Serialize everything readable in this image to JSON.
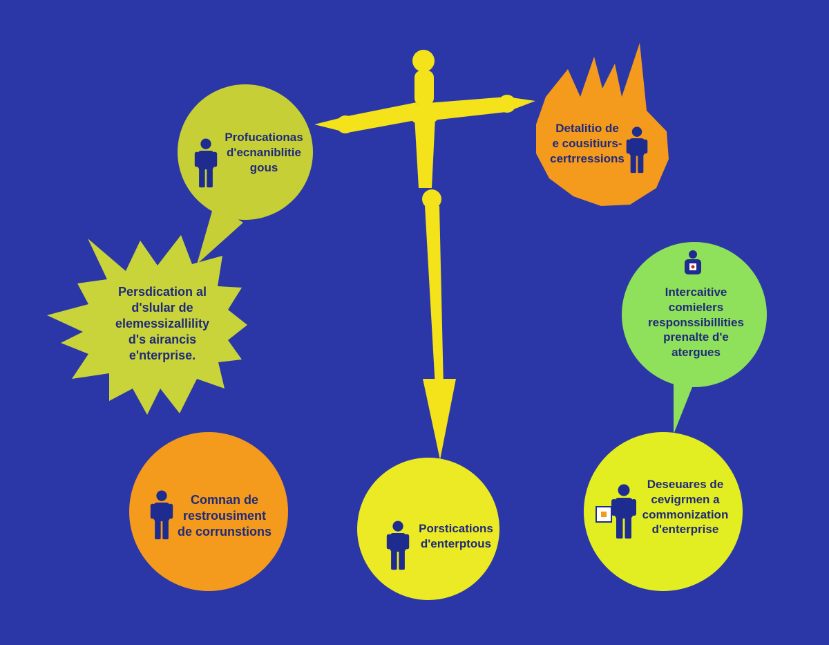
{
  "diagram": {
    "colors": {
      "background": "#2b37a6",
      "cross": "#f4e21a",
      "person": "#1e2b8f",
      "text": "#1f2a7a",
      "node_olive": "#c6cf36",
      "node_orange": "#f49a1c",
      "node_starburst": "#c9d43a",
      "node_lightgreen": "#8fe05a",
      "node_yellow": "#ecea24",
      "node_lime": "#e3ee22"
    },
    "central_symbol": "yellow-cross-with-downward-arrow",
    "nodes": [
      {
        "id": "top-left",
        "shape": "speech-bubble",
        "icon": "person-icon",
        "lines": [
          "Profucationas",
          "d'ecnaniblitie",
          "gous"
        ]
      },
      {
        "id": "top-right",
        "shape": "flame-circle",
        "icon": "person-icon",
        "lines": [
          "Detalitio de",
          "e cousitiurs-",
          "certrressions"
        ]
      },
      {
        "id": "starburst",
        "shape": "starburst",
        "icon": "",
        "lines": [
          "Persdication al",
          "d'slular de",
          "elemessizallility",
          "d's airancis",
          "e'nterprise."
        ]
      },
      {
        "id": "right-mid",
        "shape": "speech-bubble",
        "icon": "person-badge-icon",
        "lines": [
          "Intercaitive",
          "comielers",
          "responssibillities",
          "prenalte d'e",
          "atergues"
        ]
      },
      {
        "id": "bottom-left",
        "shape": "circle",
        "icon": "person-icon",
        "lines": [
          "Comnan de",
          "restrousiment",
          "de corrunstions"
        ]
      },
      {
        "id": "bottom-center",
        "shape": "circle",
        "icon": "person-icon",
        "lines": [
          "Porstications",
          "d'enterptous"
        ]
      },
      {
        "id": "bottom-right",
        "shape": "circle",
        "icon": "person-with-sign-icon",
        "lines": [
          "Deseuares de",
          "cevigrmen a",
          "commonization",
          "d'enterprise"
        ]
      }
    ]
  }
}
